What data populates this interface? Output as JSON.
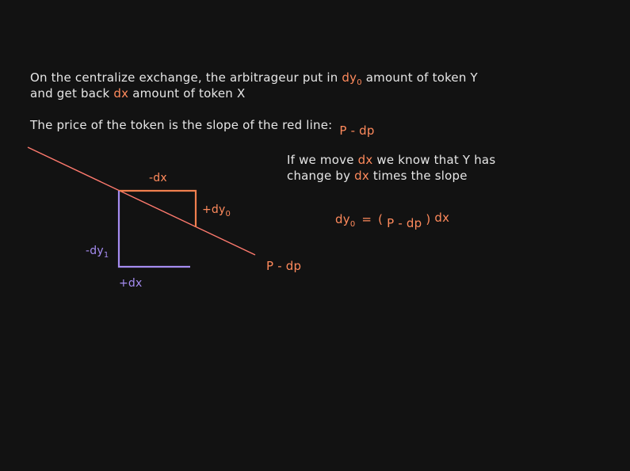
{
  "text": {
    "line1_pre": "On the centralize exchange, the arbitrageur put in",
    "line1_var": "dy",
    "line1_var_sub": "0",
    "line1_post": "amount of token Y",
    "line2_pre": "and get back",
    "line2_var": "dx",
    "line2_post": "amount of token X",
    "line3": "The price of the token is the slope of the red line:",
    "line3_expr": "P - dp",
    "right1_pre": "If we move",
    "right1_var": "dx",
    "right1_post": "we know that Y has",
    "right2_pre": "change by",
    "right2_var": "dx",
    "right2_post": "times the slope"
  },
  "equation": {
    "lhs": "dy",
    "lhs_sub": "0",
    "eq": "=",
    "open": "(",
    "expr": "P - dp",
    "close": ")",
    "rhs": "dx"
  },
  "diagram": {
    "top_label": "-dx",
    "right_label": "+dy",
    "right_label_sub": "0",
    "left_label": "-dy",
    "left_label_sub": "1",
    "bottom_label": "+dx",
    "line_label": "P - dp"
  },
  "colors": {
    "background": "#121212",
    "text": "#e6e6e6",
    "accent_orange": "#ff8a5c",
    "line_red": "#ff7a6e",
    "purple": "#a58cf0"
  }
}
